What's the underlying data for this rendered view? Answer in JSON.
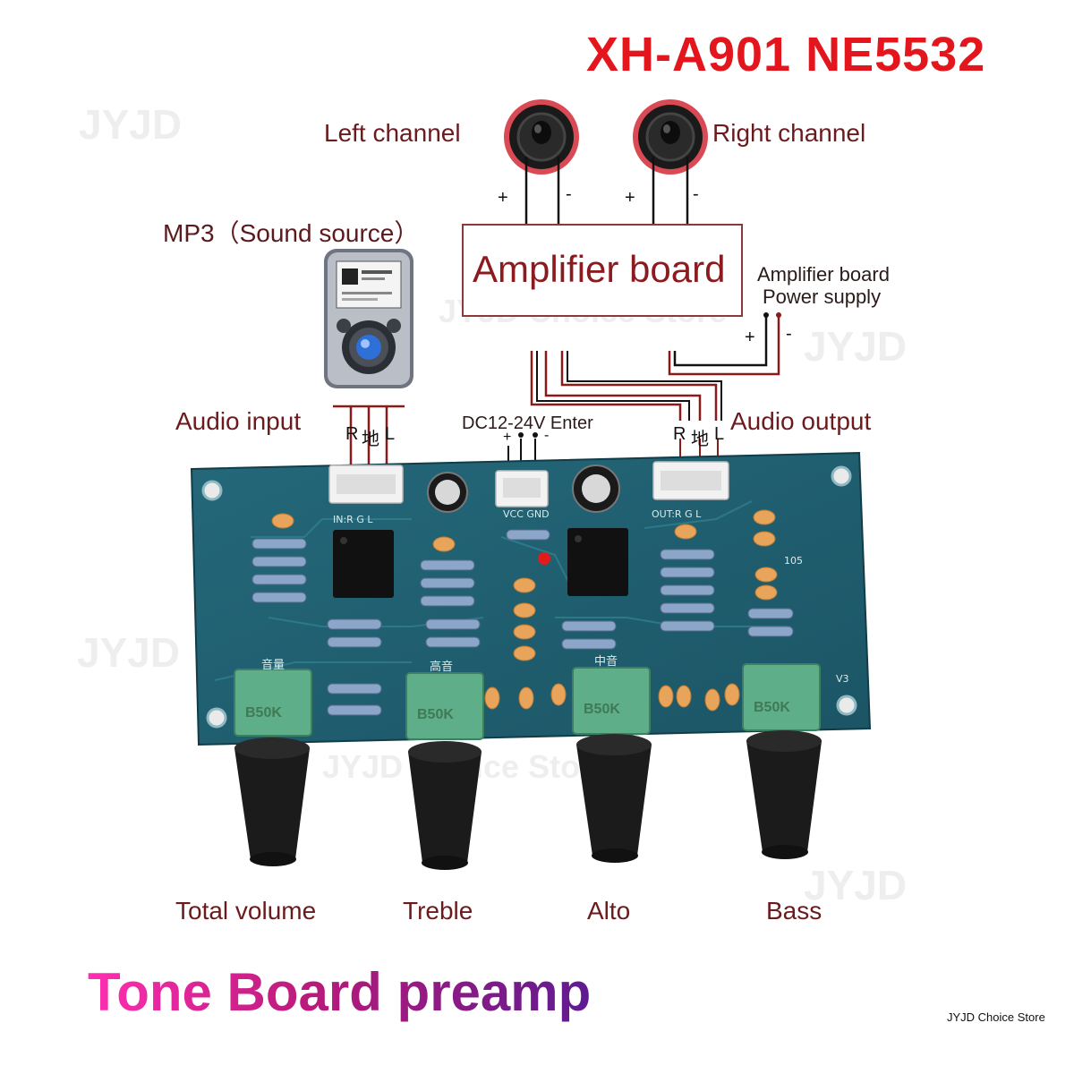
{
  "title": "XH-A901 NE5532",
  "watermarks": [
    "JYJD",
    "JYJD",
    "JYJD",
    "JYJD",
    "JYJD Choice Store",
    "JYJD Choice Store"
  ],
  "labels": {
    "left_channel": "Left channel",
    "right_channel": "Right channel",
    "mp3_source": "MP3（Sound source）",
    "amplifier_board": "Amplifier board",
    "amp_power_line1": "Amplifier board",
    "amp_power_line2": "Power supply",
    "audio_input": "Audio input",
    "audio_output": "Audio output",
    "dc_enter": "DC12-24V Enter",
    "plus": "+",
    "minus": "-"
  },
  "input_pins": [
    "R",
    "地",
    "L"
  ],
  "output_pins": [
    "R",
    "地",
    "L"
  ],
  "pcb": {
    "silk_in": "IN:R  G  L",
    "silk_out": "OUT:R  G  L",
    "silk_vcc": "VCC GND",
    "silk_v3": "V3",
    "silk_105": "105",
    "pot_titles": [
      "音量",
      "高音",
      "中音"
    ],
    "pot_marking": "B50K"
  },
  "knobs": [
    "Total volume",
    "Treble",
    "Alto",
    "Bass"
  ],
  "bottom_title": "Tone Board preamp",
  "store_name": "JYJD Choice Store",
  "colors": {
    "title_red": "#e3161d",
    "label_brown": "#6b1b1e",
    "pcb_blue": "#1f5f6e",
    "wire_red": "#8b1a1a",
    "pot_green": "#5fae8a"
  }
}
